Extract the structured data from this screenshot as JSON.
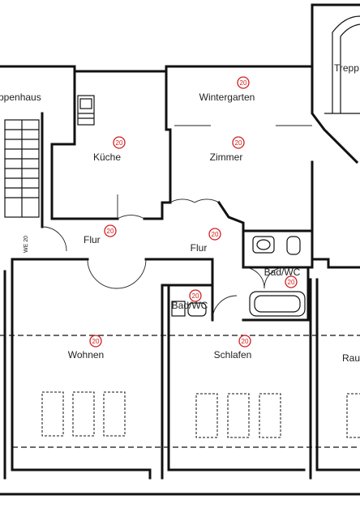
{
  "rooms": [
    {
      "id": "treppenhaus-left",
      "label": "ppenhaus"
    },
    {
      "id": "kueche",
      "label": "Küche",
      "tag": "20"
    },
    {
      "id": "wintergarten",
      "label": "Wintergarten",
      "tag": "20"
    },
    {
      "id": "zimmer",
      "label": "Zimmer",
      "tag": "20"
    },
    {
      "id": "flur-left",
      "label": "Flur",
      "tag": "20"
    },
    {
      "id": "flur-center",
      "label": "Flur",
      "tag": "20"
    },
    {
      "id": "bad-wc",
      "label": "Bad/WC",
      "tag": "20"
    },
    {
      "id": "bad-wc-small",
      "label": "Bad/WC",
      "tag": "20"
    },
    {
      "id": "wohnen",
      "label": "Wohnen",
      "tag": "20"
    },
    {
      "id": "schlafen",
      "label": "Schlafen",
      "tag": "20"
    },
    {
      "id": "raum-right",
      "label": "Rau"
    },
    {
      "id": "treppe-right",
      "label": "Trepp"
    }
  ],
  "annotations": {
    "we_label": "WE 20"
  }
}
